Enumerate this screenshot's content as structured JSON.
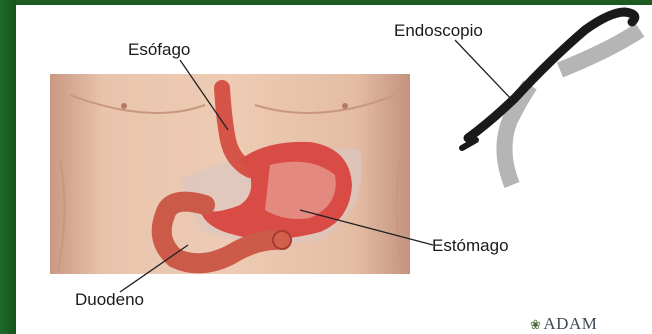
{
  "labels": {
    "esofago": "Esófago",
    "endoscopio": "Endoscopio",
    "estomago": "Estómago",
    "duodeno": "Duodeno"
  },
  "brand": {
    "text": "ADAM"
  },
  "colors": {
    "border_green": "#1d5a24",
    "skin": "#e2b8a0",
    "organ": "#d9534a",
    "endoscope": "#1a1a1a",
    "shadow": "#b5b5b5"
  }
}
